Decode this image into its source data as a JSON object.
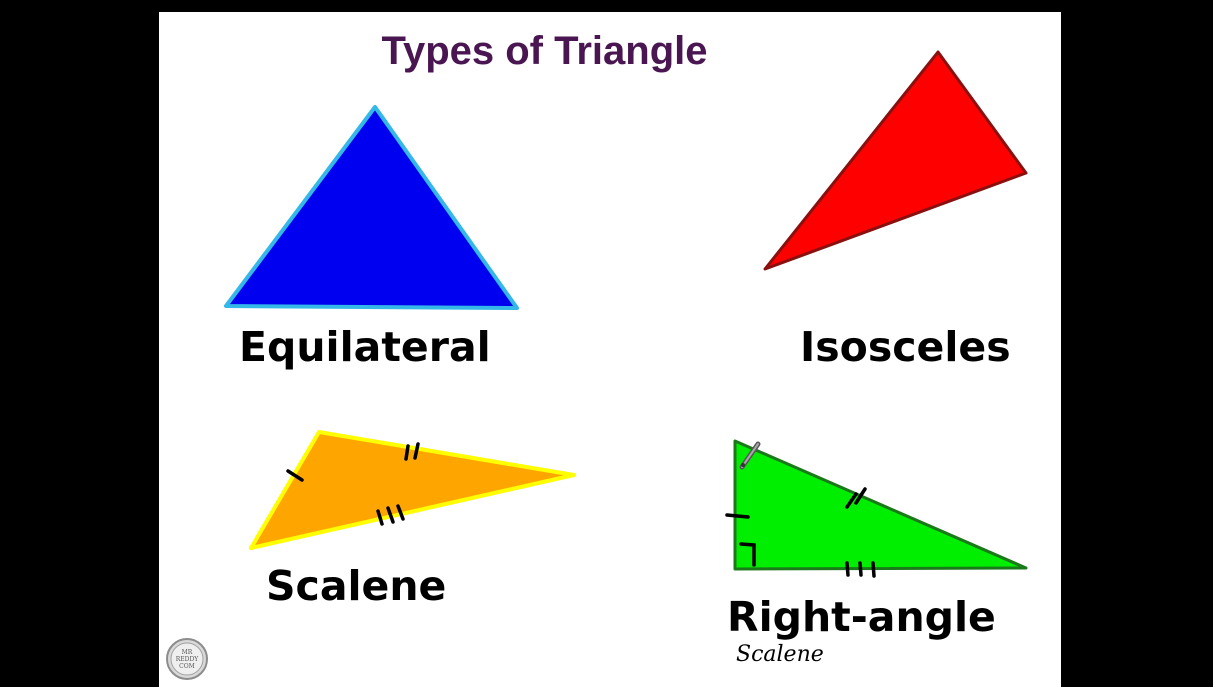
{
  "slide": {
    "title": "Types of Triangle",
    "labels": {
      "equilateral": "Equilateral",
      "isosceles": "Isosceles",
      "scalene": "Scalene",
      "right_angle": "Right-angle"
    },
    "handwritten_note": "Scalene",
    "logo_text": [
      "MR",
      "REDDY",
      "COM"
    ]
  },
  "colors": {
    "background": "#000000",
    "slide": "#ffffff",
    "title": "#4a1651",
    "equilateral_fill": "#0000f0",
    "equilateral_stroke": "#33b8e8",
    "isosceles_fill": "#ff0000",
    "isosceles_stroke": "#8a1010",
    "scalene_fill": "#ffa500",
    "scalene_stroke": "#ffff00",
    "right_angle_fill": "#00ee00",
    "right_angle_stroke": "#1a7a1a",
    "annotation_ink": "#000000"
  },
  "icons": {
    "logo": "mr-reddy-logo-icon",
    "pen_cursor": "pen-cursor-icon"
  }
}
